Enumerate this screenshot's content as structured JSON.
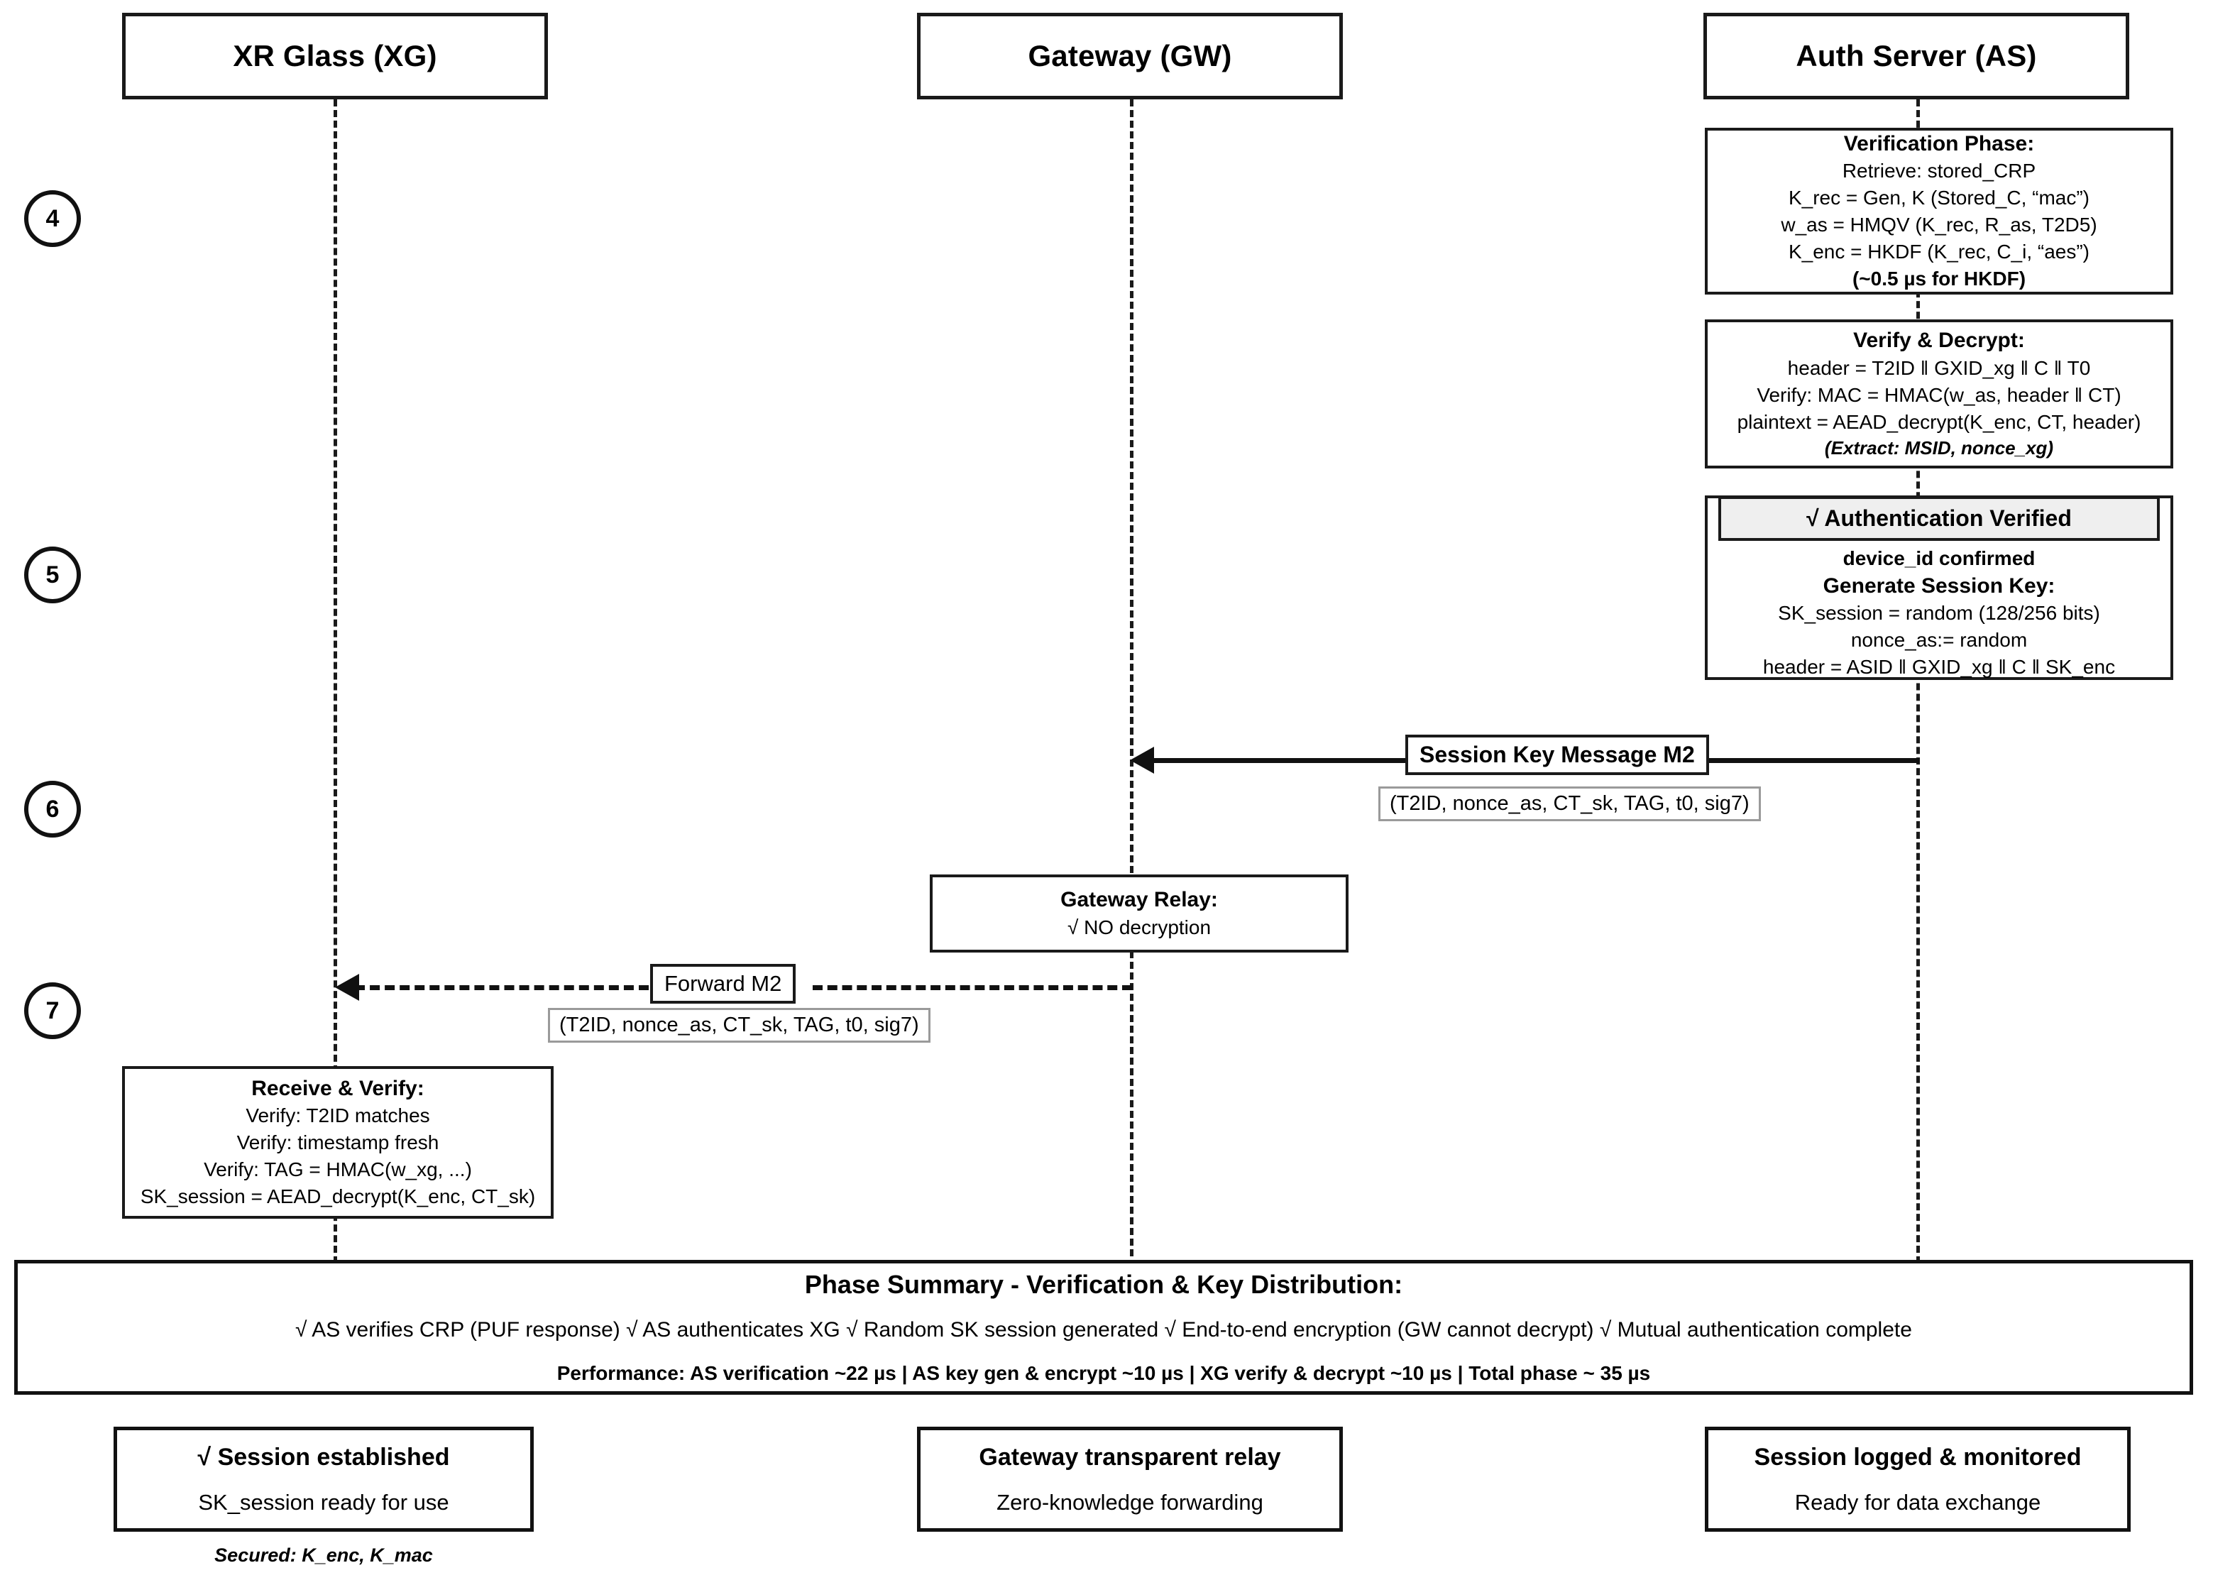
{
  "actors": [
    {
      "name": "XR Glass (XG)"
    },
    {
      "name": "Gateway (GW)"
    },
    {
      "name": "Auth Server (AS)"
    }
  ],
  "steps": [
    "4",
    "5",
    "6",
    "7"
  ],
  "notes": {
    "verification_phase": {
      "title": "Verification Phase:",
      "lines": [
        "Retrieve: stored_CRP",
        "K_rec = Gen, K (Stored_C, “mac”)",
        "w_as = HMQV (K_rec, R_as, T2D5)",
        "K_enc = HKDF (K_rec, C_i, “aes”)"
      ],
      "footer": "(~0.5 µs for HKDF)"
    },
    "verify_decrypt": {
      "title": "Verify & Decrypt:",
      "lines": [
        "header = T2ID ‖ GXID_xg ‖ C ‖ T0",
        "Verify: MAC = HMAC(w_as, header ‖ CT)",
        "plaintext = AEAD_decrypt(K_enc, CT, header)"
      ],
      "footer": "(Extract: MSID, nonce_xg)"
    },
    "auth_verified": {
      "banner": "√ Authentication Verified",
      "subtitle": "device_id confirmed",
      "title": "Generate Session Key:",
      "lines": [
        "SK_session = random (128/256 bits)",
        "nonce_as:= random",
        "header = ASID ‖ GXID_xg ‖ C ‖ SK_enc"
      ]
    },
    "gateway_relay": {
      "title": "Gateway Relay:",
      "lines": [
        "√ NO decryption"
      ]
    },
    "receive_verify": {
      "title": "Receive & Verify:",
      "lines": [
        "Verify: T2ID matches",
        "Verify: timestamp fresh",
        "Verify: TAG = HMAC(w_xg, ...)",
        "SK_session = AEAD_decrypt(K_enc, CT_sk)"
      ]
    }
  },
  "messages": {
    "m2": {
      "label": "Session Key Message M2",
      "payload": "(T2ID, nonce_as, CT_sk, TAG, t0, sig7)"
    },
    "forward_m2": {
      "label": "Forward M2",
      "payload": "(T2ID, nonce_as, CT_sk, TAG, t0, sig7)"
    }
  },
  "summary": {
    "heading": "Phase Summary - Verification & Key Distribution:",
    "checks": "√ AS verifies CRP (PUF response) √ AS authenticates XG √ Random SK session generated √ End-to-end encryption (GW cannot decrypt) √ Mutual authentication complete",
    "performance": "Performance: AS verification ~22 µs | AS key gen & encrypt ~10 µs | XG verify & decrypt ~10 µs | Total phase ~ 35 µs"
  },
  "footer": {
    "xg": {
      "title": "√ Session established",
      "subtitle": "SK_session ready for use",
      "secured": "Secured: K_enc, K_mac"
    },
    "gw": {
      "title": "Gateway transparent relay",
      "subtitle": "Zero-knowledge forwarding"
    },
    "as": {
      "title": "Session logged & monitored",
      "subtitle": "Ready for data exchange"
    }
  },
  "colors": {
    "stroke": "#1a1a1a",
    "banner_bg": "#efefef",
    "payload_border": "#9a9a9a"
  }
}
